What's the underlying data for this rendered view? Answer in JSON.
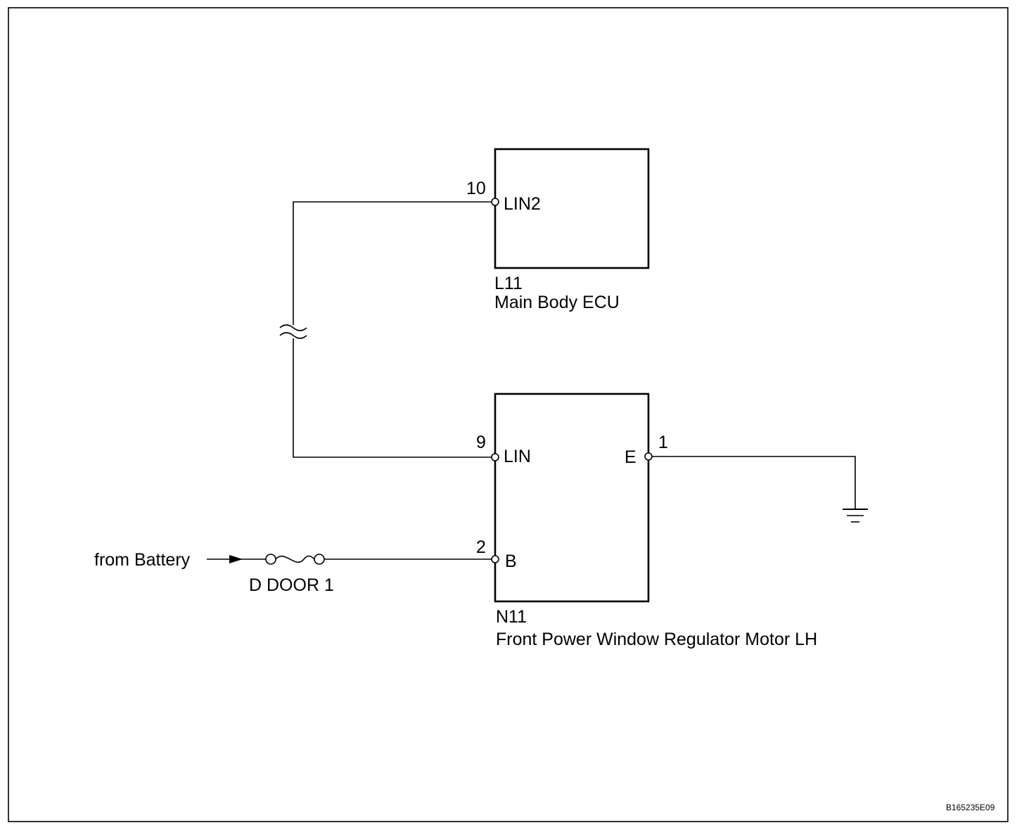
{
  "components": {
    "ecu": {
      "code": "L11",
      "name": "Main Body ECU",
      "pins": [
        {
          "number": "10",
          "name": "LIN2"
        }
      ]
    },
    "motor": {
      "code": "N11",
      "name": "Front Power Window Regulator Motor LH",
      "pins": [
        {
          "number": "9",
          "name": "LIN"
        },
        {
          "number": "2",
          "name": "B"
        },
        {
          "number": "1",
          "name": "E"
        }
      ]
    }
  },
  "source": {
    "label": "from Battery"
  },
  "fuse": {
    "label": "D DOOR 1"
  },
  "figure_code": "B165235E09"
}
